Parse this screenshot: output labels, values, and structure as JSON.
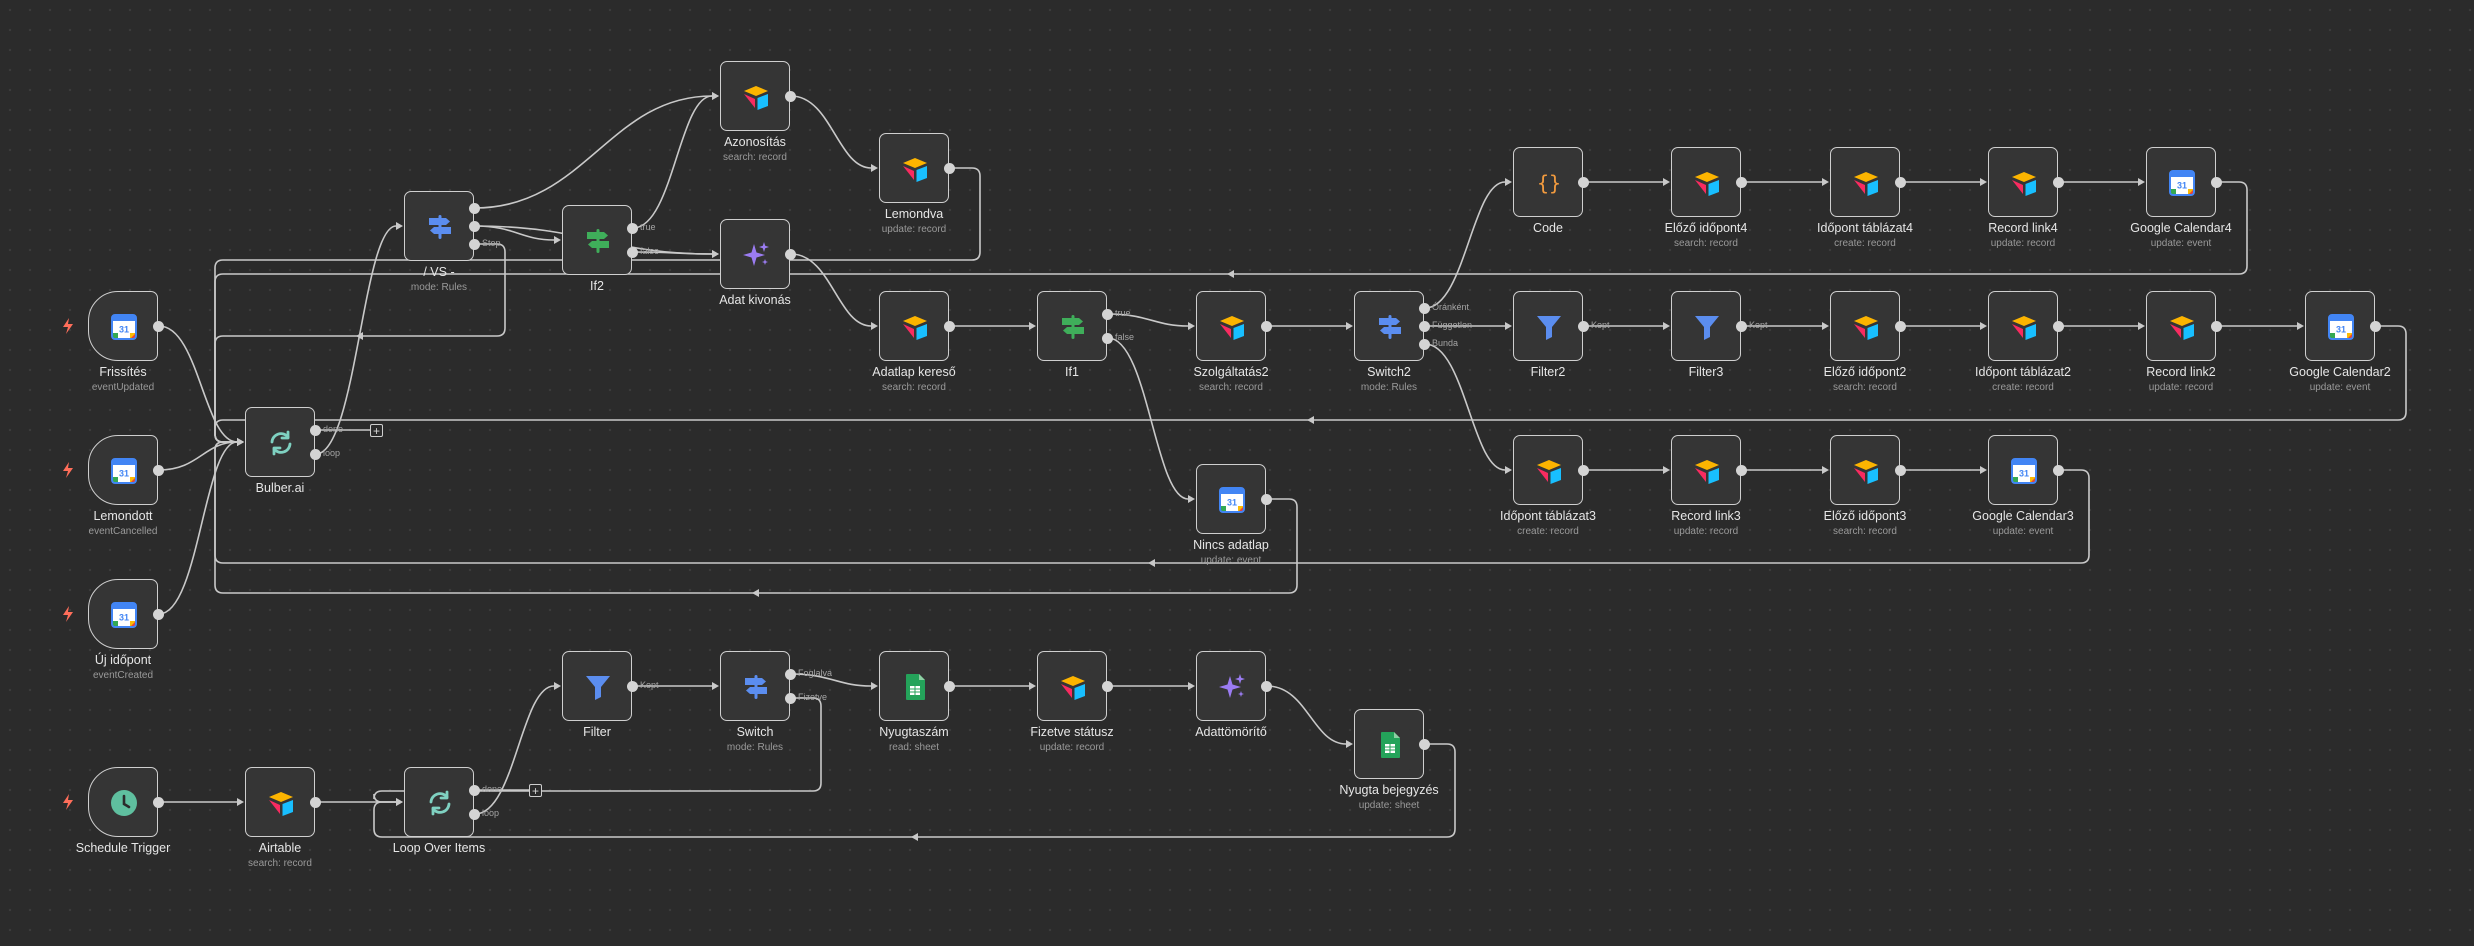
{
  "nodes": [
    {
      "id": "frissites",
      "title": "Frissítés",
      "subtitle": "eventUpdated",
      "icon": "google-calendar-icon",
      "trigger": true
    },
    {
      "id": "lemondott",
      "title": "Lemondott",
      "subtitle": "eventCancelled",
      "icon": "google-calendar-icon",
      "trigger": true
    },
    {
      "id": "uj_idopont",
      "title": "Új időpont",
      "subtitle": "eventCreated",
      "icon": "google-calendar-icon",
      "trigger": true
    },
    {
      "id": "bulber",
      "title": "Bulber.ai",
      "subtitle": "",
      "icon": "loop-icon",
      "ports": [
        "done",
        "loop"
      ]
    },
    {
      "id": "vs",
      "title": "/ VS -",
      "subtitle": "mode: Rules",
      "icon": "switch-icon",
      "ports": [
        "",
        "",
        "Stop"
      ]
    },
    {
      "id": "if2",
      "title": "If2",
      "subtitle": "",
      "icon": "if-icon",
      "ports": [
        "true",
        "false"
      ]
    },
    {
      "id": "azonositas",
      "title": "Azonosítás",
      "subtitle": "search: record",
      "icon": "airtable-icon"
    },
    {
      "id": "adat_kivonas",
      "title": "Adat kivonás",
      "subtitle": "",
      "icon": "ai-sparkle-icon"
    },
    {
      "id": "lemondva",
      "title": "Lemondva",
      "subtitle": "update: record",
      "icon": "airtable-icon"
    },
    {
      "id": "adatlap_kereso",
      "title": "Adatlap kereső",
      "subtitle": "search: record",
      "icon": "airtable-icon"
    },
    {
      "id": "if1",
      "title": "If1",
      "subtitle": "",
      "icon": "if-icon",
      "ports": [
        "true",
        "false"
      ]
    },
    {
      "id": "szolgaltatas2",
      "title": "Szolgáltatás2",
      "subtitle": "search: record",
      "icon": "airtable-icon"
    },
    {
      "id": "switch2",
      "title": "Switch2",
      "subtitle": "mode: Rules",
      "icon": "switch-icon",
      "ports": [
        "Óránként",
        "Független",
        "Bunda"
      ]
    },
    {
      "id": "nincs_adatlap",
      "title": "Nincs adatlap",
      "subtitle": "update: event",
      "icon": "google-calendar-icon"
    },
    {
      "id": "code",
      "title": "Code",
      "subtitle": "",
      "icon": "code-icon"
    },
    {
      "id": "elozo4",
      "title": "Előző időpont4",
      "subtitle": "search: record",
      "icon": "airtable-icon"
    },
    {
      "id": "idopont4",
      "title": "Időpont táblázat4",
      "subtitle": "create: record",
      "icon": "airtable-icon"
    },
    {
      "id": "record4",
      "title": "Record link4",
      "subtitle": "update: record",
      "icon": "airtable-icon"
    },
    {
      "id": "gcal4",
      "title": "Google Calendar4",
      "subtitle": "update: event",
      "icon": "google-calendar-icon"
    },
    {
      "id": "filter2",
      "title": "Filter2",
      "subtitle": "",
      "icon": "filter-icon",
      "ports": [
        "Kept"
      ]
    },
    {
      "id": "filter3",
      "title": "Filter3",
      "subtitle": "",
      "icon": "filter-icon",
      "ports": [
        "Kept"
      ]
    },
    {
      "id": "elozo2",
      "title": "Előző időpont2",
      "subtitle": "search: record",
      "icon": "airtable-icon"
    },
    {
      "id": "idopont2",
      "title": "Időpont táblázat2",
      "subtitle": "create: record",
      "icon": "airtable-icon"
    },
    {
      "id": "record2",
      "title": "Record link2",
      "subtitle": "update: record",
      "icon": "airtable-icon"
    },
    {
      "id": "gcal2",
      "title": "Google Calendar2",
      "subtitle": "update: event",
      "icon": "google-calendar-icon"
    },
    {
      "id": "idopont3",
      "title": "Időpont táblázat3",
      "subtitle": "create: record",
      "icon": "airtable-icon"
    },
    {
      "id": "record3",
      "title": "Record link3",
      "subtitle": "update: record",
      "icon": "airtable-icon"
    },
    {
      "id": "elozo3",
      "title": "Előző időpont3",
      "subtitle": "search: record",
      "icon": "airtable-icon"
    },
    {
      "id": "gcal3",
      "title": "Google Calendar3",
      "subtitle": "update: event",
      "icon": "google-calendar-icon"
    },
    {
      "id": "schedule",
      "title": "Schedule Trigger",
      "subtitle": "",
      "icon": "clock-icon",
      "trigger": true
    },
    {
      "id": "airtable",
      "title": "Airtable",
      "subtitle": "search: record",
      "icon": "airtable-icon"
    },
    {
      "id": "loop_items",
      "title": "Loop Over Items",
      "subtitle": "",
      "icon": "loop-icon",
      "ports": [
        "done",
        "loop"
      ]
    },
    {
      "id": "filter",
      "title": "Filter",
      "subtitle": "",
      "icon": "filter-icon",
      "ports": [
        "Kept"
      ]
    },
    {
      "id": "switch",
      "title": "Switch",
      "subtitle": "mode: Rules",
      "icon": "switch-icon",
      "ports": [
        "Foglalva",
        "Fizetve"
      ]
    },
    {
      "id": "nyugtaszam",
      "title": "Nyugtaszám",
      "subtitle": "read: sheet",
      "icon": "google-sheets-icon"
    },
    {
      "id": "fizetve",
      "title": "Fizetve státusz",
      "subtitle": "update: record",
      "icon": "airtable-icon"
    },
    {
      "id": "adattomorito",
      "title": "Adattömörítő",
      "subtitle": "",
      "icon": "ai-sparkle-icon"
    },
    {
      "id": "nyugta_bejegyzes",
      "title": "Nyugta bejegyzés",
      "subtitle": "update: sheet",
      "icon": "google-sheets-icon"
    }
  ],
  "colors": {
    "background": "#2b2b2b",
    "node_fill": "#353535",
    "node_border": "#cfcfcf",
    "wire": "#c9c9c9",
    "airtable_yellow": "#fcb400",
    "airtable_red": "#f82b60",
    "airtable_blue": "#18bfff",
    "gcal_blue": "#4285f4",
    "gcal_green": "#34a853",
    "gcal_yellow": "#fbbc04",
    "gcal_red": "#ea4335",
    "switch_blue": "#5b8def",
    "if_green": "#3fae5a",
    "filter_blue": "#5b8def",
    "ai_purple": "#9b7cf2",
    "sheets_green": "#24a35a",
    "code_orange": "#f19a3e",
    "loop_teal": "#7fd1c1",
    "clock_teal": "#5fbf9f",
    "trigger_bolt": "#ff6e5a"
  }
}
